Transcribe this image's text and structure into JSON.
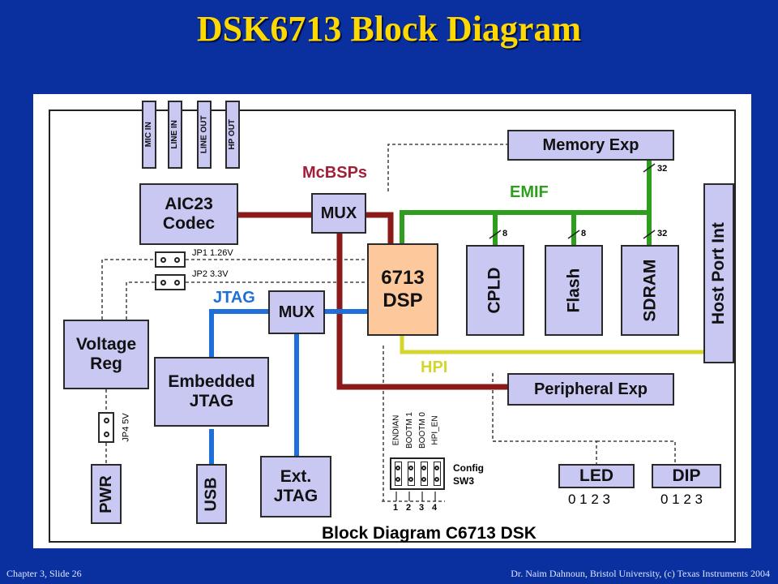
{
  "slide": {
    "title": "DSK6713 Block Diagram",
    "footer_left": "Chapter 3, Slide 26",
    "footer_right": "Dr. Naim Dahnoun, Bristol University,  (c) Texas Instruments 2004"
  },
  "diagram": {
    "caption": "Block Diagram C6713 DSK",
    "audio_jacks": [
      "MIC IN",
      "LINE IN",
      "LINE OUT",
      "HP OUT"
    ],
    "codec": "AIC23 Codec",
    "mux_mcbsp": "MUX",
    "mux_jtag": "MUX",
    "dsp": "6713 DSP",
    "memory_exp": "Memory Exp",
    "peripheral_exp": "Peripheral Exp",
    "cpld": "CPLD",
    "flash": "Flash",
    "sdram": "SDRAM",
    "host_port": "Host Port Int",
    "voltage_reg": "Voltage Reg",
    "embedded_jtag": "Embedded JTAG",
    "usb": "USB",
    "ext_jtag": "Ext. JTAG",
    "pwr": "PWR",
    "led": "LED",
    "dip": "DIP",
    "led_bits": "0 1 2 3",
    "dip_bits": "0 1 2 3",
    "bus_labels": {
      "mcbsps": "McBSPs",
      "emif": "EMIF",
      "jtag": "JTAG",
      "hpi": "HPI"
    },
    "bus_widths": {
      "memory": "32",
      "cpld": "8",
      "flash": "8",
      "sdram": "32"
    },
    "jumpers": {
      "jp1": "JP1  1.26V",
      "jp2": "JP2  3.3V",
      "jp4": "JP4  5V"
    },
    "config_switch": {
      "label_line1": "Config",
      "label_line2": "SW3",
      "pins": [
        "ENDIAN",
        "BOOTM 1",
        "BOOTM 0",
        "HPI_EN"
      ],
      "numbers": [
        "1",
        "2",
        "3",
        "4"
      ]
    },
    "colors": {
      "mcbsp": "#8b1a1a",
      "emif": "#2f9e1f",
      "jtag": "#1e6fd9",
      "hpi": "#d4d62e",
      "block": "#c9c8f2",
      "dsp": "#fdc99c",
      "mcbsp_label": "#a0203a"
    }
  }
}
